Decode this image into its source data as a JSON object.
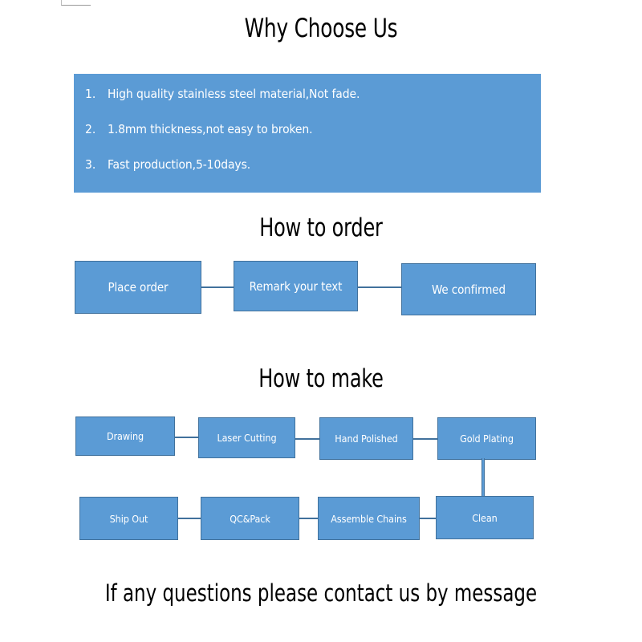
{
  "page": {
    "background": "#ffffff",
    "accent_blue": "#5B9BD5",
    "accent_blue_dark": "#41719C",
    "text_white": "#ffffff",
    "text_black": "#000000"
  },
  "sections": {
    "why_choose_us": {
      "heading": "Why Choose Us",
      "items": [
        {
          "number": "1.",
          "text": "High quality stainless steel material,Not fade."
        },
        {
          "number": "2.",
          "text": "1.8mm thickness,not easy to broken."
        },
        {
          "number": "3.",
          "text": "Fast production,5-10days."
        }
      ]
    },
    "how_to_order": {
      "heading": "How to order",
      "steps": [
        {
          "label": "Place order"
        },
        {
          "label": "Remark your text"
        },
        {
          "label": "We confirmed"
        }
      ]
    },
    "how_to_make": {
      "heading": "How to make",
      "row1": [
        {
          "label": "Drawing"
        },
        {
          "label": "Laser Cutting"
        },
        {
          "label": "Hand Polished"
        },
        {
          "label": "Gold Plating"
        }
      ],
      "row2": [
        {
          "label": "Ship Out"
        },
        {
          "label": "QC&Pack"
        },
        {
          "label": "Assemble Chains"
        },
        {
          "label": "Clean"
        }
      ]
    }
  },
  "footer": {
    "message": "If any questions please contact us by message"
  }
}
